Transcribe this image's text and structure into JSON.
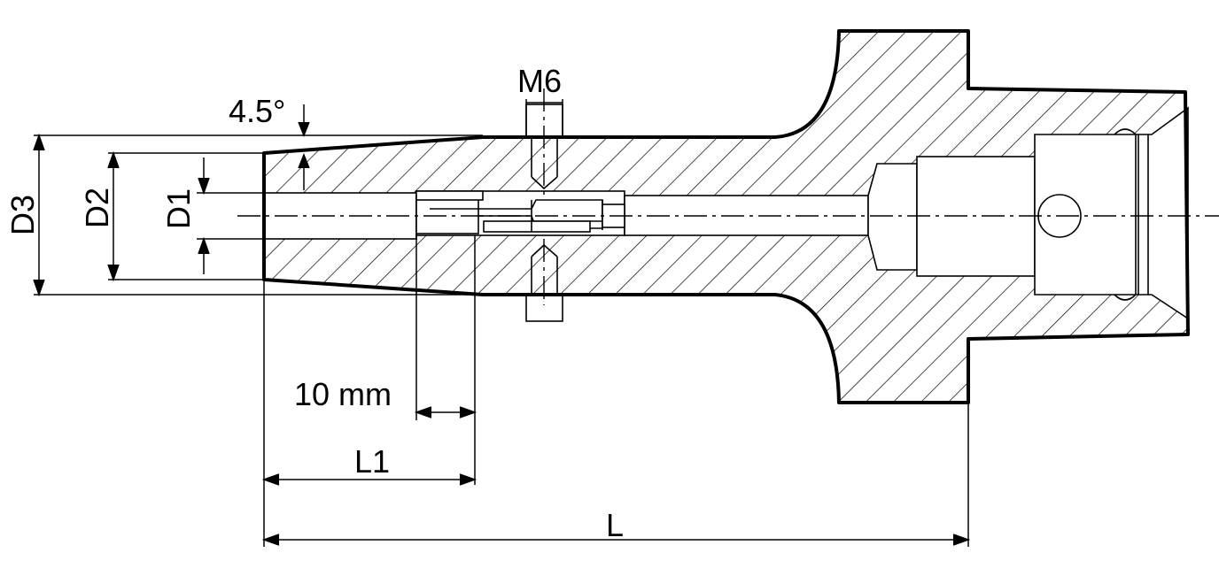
{
  "drawing": {
    "labels": {
      "d3": "D3",
      "d2": "D2",
      "d1": "D1",
      "angle": "4.5°",
      "thread": "M6",
      "ten_mm": "10 mm",
      "l1": "L1",
      "l": "L"
    },
    "colors": {
      "line": "#000000",
      "background": "#ffffff"
    }
  }
}
